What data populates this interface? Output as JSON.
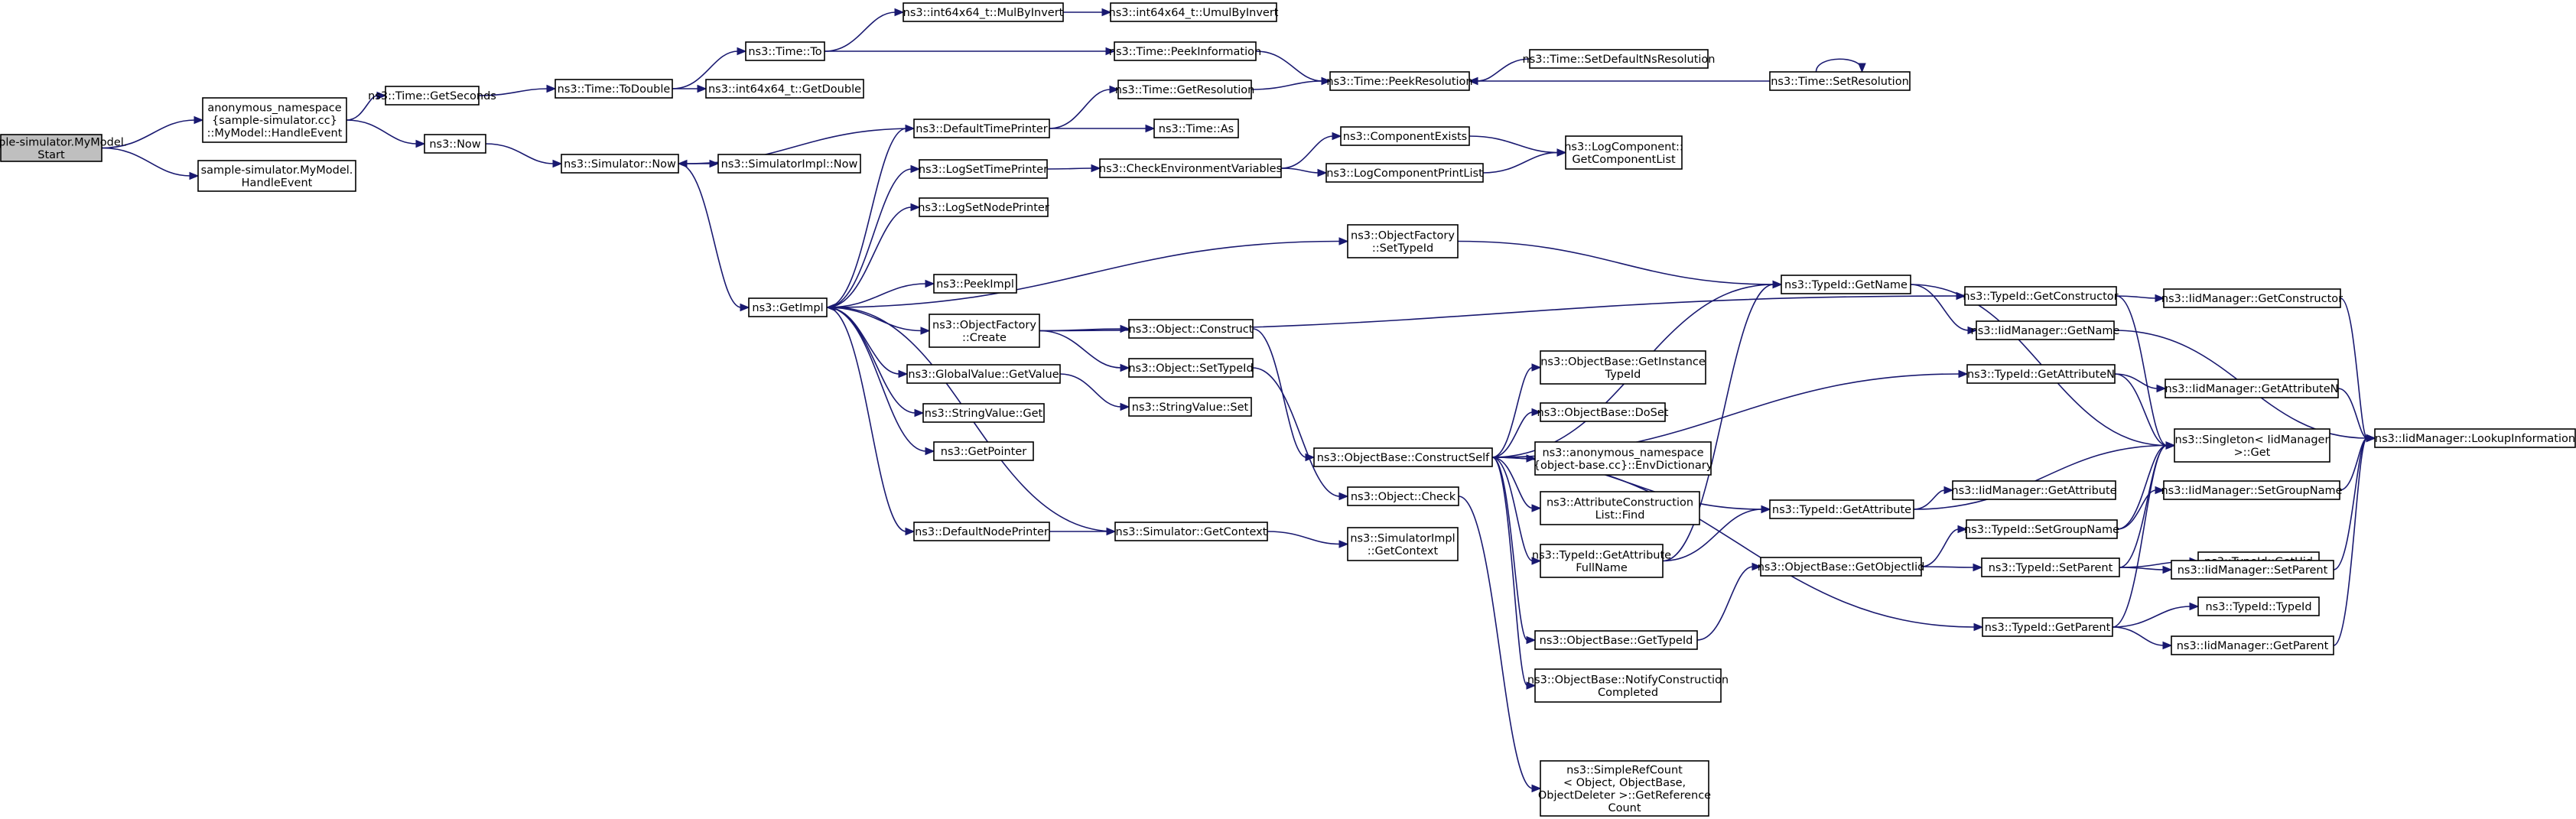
{
  "diagram": {
    "title": "",
    "nodes": [
      {
        "id": "start",
        "lines": [
          "sample-simulator.MyModel.",
          "Start"
        ],
        "root": true
      },
      {
        "id": "anon",
        "lines": [
          "anonymous_namespace",
          "{sample-simulator.cc}",
          "::MyModel::HandleEvent"
        ]
      },
      {
        "id": "handle",
        "lines": [
          "sample-simulator.MyModel.",
          "HandleEvent"
        ]
      },
      {
        "id": "getsec",
        "lines": [
          "ns3::Time::GetSeconds"
        ]
      },
      {
        "id": "todouble",
        "lines": [
          "ns3::Time::ToDouble"
        ]
      },
      {
        "id": "timeto",
        "lines": [
          "ns3::Time::To"
        ]
      },
      {
        "id": "mulbyinv",
        "lines": [
          "ns3::int64x64_t::MulByInvert"
        ]
      },
      {
        "id": "umulbyinv",
        "lines": [
          "ns3::int64x64_t::UmulByInvert"
        ]
      },
      {
        "id": "getdouble",
        "lines": [
          "ns3::int64x64_t::GetDouble"
        ]
      },
      {
        "id": "peekinfo",
        "lines": [
          "ns3::Time::PeekInformation"
        ]
      },
      {
        "id": "peekres",
        "lines": [
          "ns3::Time::PeekResolution"
        ]
      },
      {
        "id": "setdefns",
        "lines": [
          "ns3::Time::SetDefaultNsResolution"
        ]
      },
      {
        "id": "setres",
        "lines": [
          "ns3::Time::SetResolution"
        ]
      },
      {
        "id": "now",
        "lines": [
          "ns3::Now"
        ]
      },
      {
        "id": "simnow",
        "lines": [
          "ns3::Simulator::Now"
        ]
      },
      {
        "id": "simimplnow",
        "lines": [
          "ns3::SimulatorImpl::Now"
        ]
      },
      {
        "id": "defaulttp",
        "lines": [
          "ns3::DefaultTimePrinter"
        ]
      },
      {
        "id": "getres",
        "lines": [
          "ns3::Time::GetResolution"
        ]
      },
      {
        "id": "timeas",
        "lines": [
          "ns3::Time::As"
        ]
      },
      {
        "id": "logsettp",
        "lines": [
          "ns3::LogSetTimePrinter"
        ]
      },
      {
        "id": "checkenv",
        "lines": [
          "ns3::CheckEnvironmentVariables"
        ]
      },
      {
        "id": "compexists",
        "lines": [
          "ns3::ComponentExists"
        ]
      },
      {
        "id": "logcomplist",
        "lines": [
          "ns3::LogComponent::",
          "GetComponentList"
        ]
      },
      {
        "id": "logcompprint",
        "lines": [
          "ns3::LogComponentPrintList"
        ]
      },
      {
        "id": "logsetnp",
        "lines": [
          "ns3::LogSetNodePrinter"
        ]
      },
      {
        "id": "getimpl",
        "lines": [
          "ns3::GetImpl"
        ]
      },
      {
        "id": "ofsettypeid",
        "lines": [
          "ns3::ObjectFactory",
          "::SetTypeId"
        ]
      },
      {
        "id": "peekimpl",
        "lines": [
          "ns3::PeekImpl"
        ]
      },
      {
        "id": "ofcreate",
        "lines": [
          "ns3::ObjectFactory",
          "::Create"
        ]
      },
      {
        "id": "objconstruct",
        "lines": [
          "ns3::Object::Construct"
        ]
      },
      {
        "id": "objsettypeid",
        "lines": [
          "ns3::Object::SetTypeId"
        ]
      },
      {
        "id": "gvgetvalue",
        "lines": [
          "ns3::GlobalValue::GetValue"
        ]
      },
      {
        "id": "svset",
        "lines": [
          "ns3::StringValue::Set"
        ]
      },
      {
        "id": "svget",
        "lines": [
          "ns3::StringValue::Get"
        ]
      },
      {
        "id": "getpointer",
        "lines": [
          "ns3::GetPointer"
        ]
      },
      {
        "id": "defaultnp",
        "lines": [
          "ns3::DefaultNodePrinter"
        ]
      },
      {
        "id": "simgetctx",
        "lines": [
          "ns3::Simulator::GetContext"
        ]
      },
      {
        "id": "simimplgetctx",
        "lines": [
          "ns3::SimulatorImpl",
          "::GetContext"
        ]
      },
      {
        "id": "objcheck",
        "lines": [
          "ns3::Object::Check"
        ]
      },
      {
        "id": "obconstructself",
        "lines": [
          "ns3::ObjectBase::ConstructSelf"
        ]
      },
      {
        "id": "getinsttypeid",
        "lines": [
          "ns3::ObjectBase::GetInstance",
          "TypeId"
        ]
      },
      {
        "id": "doset",
        "lines": [
          "ns3::ObjectBase::DoSet"
        ]
      },
      {
        "id": "envdict",
        "lines": [
          "ns3::anonymous_namespace",
          "{object-base.cc}::EnvDictionary"
        ]
      },
      {
        "id": "acfind",
        "lines": [
          "ns3::AttributeConstruction",
          "List::Find"
        ]
      },
      {
        "id": "getattrfull",
        "lines": [
          "ns3::TypeId::GetAttribute",
          "FullName"
        ]
      },
      {
        "id": "obgettypeid",
        "lines": [
          "ns3::ObjectBase::GetTypeId"
        ]
      },
      {
        "id": "notifycc",
        "lines": [
          "ns3::ObjectBase::NotifyConstruction",
          "Completed"
        ]
      },
      {
        "id": "srcgetref",
        "lines": [
          "ns3::SimpleRefCount",
          "< Object, ObjectBase,",
          "ObjectDeleter >::GetReference",
          "Count"
        ]
      },
      {
        "id": "tidgetname",
        "lines": [
          "ns3::TypeId::GetName"
        ]
      },
      {
        "id": "tidgetattr",
        "lines": [
          "ns3::TypeId::GetAttribute"
        ]
      },
      {
        "id": "obgetobjectiid",
        "lines": [
          "ns3::ObjectBase::GetObjectIid"
        ]
      },
      {
        "id": "tidgetctor",
        "lines": [
          "ns3::TypeId::GetConstructor"
        ]
      },
      {
        "id": "iidgetname",
        "lines": [
          "ns3::IidManager::GetName"
        ]
      },
      {
        "id": "tidgetattrn",
        "lines": [
          "ns3::TypeId::GetAttributeN"
        ]
      },
      {
        "id": "singleton",
        "lines": [
          "ns3::Singleton< IidManager",
          "  >::Get"
        ]
      },
      {
        "id": "iidgetattr",
        "lines": [
          "ns3::IidManager::GetAttribute"
        ]
      },
      {
        "id": "tidsetgroup",
        "lines": [
          "ns3::TypeId::SetGroupName"
        ]
      },
      {
        "id": "tidsetparent",
        "lines": [
          "ns3::TypeId::SetParent"
        ]
      },
      {
        "id": "tidgetparent",
        "lines": [
          "ns3::TypeId::GetParent"
        ]
      },
      {
        "id": "iidgetctor",
        "lines": [
          "ns3::IidManager::GetConstructor"
        ]
      },
      {
        "id": "iidgetattrn",
        "lines": [
          "ns3::IidManager::GetAttributeN"
        ]
      },
      {
        "id": "iidsetgroup",
        "lines": [
          "ns3::IidManager::SetGroupName"
        ]
      },
      {
        "id": "tidgetuid",
        "lines": [
          "ns3::TypeId::GetUid"
        ]
      },
      {
        "id": "iidsetparent",
        "lines": [
          "ns3::IidManager::SetParent"
        ]
      },
      {
        "id": "tidtypeid",
        "lines": [
          "ns3::TypeId::TypeId"
        ]
      },
      {
        "id": "iidgetparent",
        "lines": [
          "ns3::IidManager::GetParent"
        ]
      },
      {
        "id": "iidlookup",
        "lines": [
          "ns3::IidManager::LookupInformation"
        ]
      }
    ],
    "edges": [
      [
        "start",
        "anon"
      ],
      [
        "start",
        "handle"
      ],
      [
        "anon",
        "getsec"
      ],
      [
        "anon",
        "now"
      ],
      [
        "getsec",
        "todouble"
      ],
      [
        "todouble",
        "timeto"
      ],
      [
        "todouble",
        "getdouble"
      ],
      [
        "timeto",
        "mulbyinv"
      ],
      [
        "timeto",
        "peekinfo"
      ],
      [
        "mulbyinv",
        "umulbyinv"
      ],
      [
        "peekinfo",
        "peekres"
      ],
      [
        "setdefns",
        "peekres"
      ],
      [
        "setres",
        "peekres"
      ],
      [
        "setres",
        "setres"
      ],
      [
        "now",
        "simnow"
      ],
      [
        "simnow",
        "simimplnow"
      ],
      [
        "simnow",
        "getimpl"
      ],
      [
        "defaulttp",
        "simnow"
      ],
      [
        "defaulttp",
        "getres"
      ],
      [
        "defaulttp",
        "timeas"
      ],
      [
        "getres",
        "peekres"
      ],
      [
        "logsettp",
        "checkenv"
      ],
      [
        "checkenv",
        "compexists"
      ],
      [
        "checkenv",
        "logcompprint"
      ],
      [
        "compexists",
        "logcomplist"
      ],
      [
        "logcompprint",
        "logcomplist"
      ],
      [
        "getimpl",
        "defaulttp"
      ],
      [
        "getimpl",
        "logsettp"
      ],
      [
        "getimpl",
        "logsetnp"
      ],
      [
        "getimpl",
        "ofsettypeid"
      ],
      [
        "getimpl",
        "peekimpl"
      ],
      [
        "getimpl",
        "ofcreate"
      ],
      [
        "getimpl",
        "gvgetvalue"
      ],
      [
        "getimpl",
        "svget"
      ],
      [
        "getimpl",
        "getpointer"
      ],
      [
        "getimpl",
        "defaultnp"
      ],
      [
        "ofsettypeid",
        "tidgetname"
      ],
      [
        "ofcreate",
        "tidgetctor"
      ],
      [
        "ofcreate",
        "objconstruct"
      ],
      [
        "ofcreate",
        "objsettypeid"
      ],
      [
        "gvgetvalue",
        "svset"
      ],
      [
        "defaultnp",
        "simgetctx"
      ],
      [
        "simgetctx",
        "getimpl"
      ],
      [
        "simgetctx",
        "simimplgetctx"
      ],
      [
        "objconstruct",
        "obconstructself"
      ],
      [
        "objsettypeid",
        "objcheck"
      ],
      [
        "obconstructself",
        "getinsttypeid"
      ],
      [
        "obconstructself",
        "doset"
      ],
      [
        "obconstructself",
        "envdict"
      ],
      [
        "obconstructself",
        "acfind"
      ],
      [
        "obconstructself",
        "getattrfull"
      ],
      [
        "obconstructself",
        "obgettypeid"
      ],
      [
        "obconstructself",
        "notifycc"
      ],
      [
        "obconstructself",
        "tidgetname"
      ],
      [
        "obconstructself",
        "tidgetattrn"
      ],
      [
        "obconstructself",
        "tidgetattr"
      ],
      [
        "obconstructself",
        "tidgetparent"
      ],
      [
        "objcheck",
        "srcgetref"
      ],
      [
        "getattrfull",
        "tidgetname"
      ],
      [
        "getattrfull",
        "tidgetattr"
      ],
      [
        "obgettypeid",
        "obgetobjectiid"
      ],
      [
        "obgetobjectiid",
        "tidsetgroup"
      ],
      [
        "obgetobjectiid",
        "tidsetparent"
      ],
      [
        "tidgetname",
        "iidgetname"
      ],
      [
        "tidgetname",
        "singleton"
      ],
      [
        "tidgetctor",
        "singleton"
      ],
      [
        "tidgetctor",
        "iidgetctor"
      ],
      [
        "iidgetname",
        "iidlookup"
      ],
      [
        "tidgetattrn",
        "singleton"
      ],
      [
        "tidgetattrn",
        "iidgetattrn"
      ],
      [
        "tidgetattr",
        "singleton"
      ],
      [
        "tidgetattr",
        "iidgetattr"
      ],
      [
        "tidsetgroup",
        "singleton"
      ],
      [
        "tidsetgroup",
        "iidsetgroup"
      ],
      [
        "tidsetparent",
        "singleton"
      ],
      [
        "tidsetparent",
        "tidgetuid"
      ],
      [
        "tidsetparent",
        "iidsetparent"
      ],
      [
        "tidgetparent",
        "singleton"
      ],
      [
        "tidgetparent",
        "tidtypeid"
      ],
      [
        "tidgetparent",
        "iidgetparent"
      ],
      [
        "iidgetctor",
        "iidlookup"
      ],
      [
        "iidgetattrn",
        "iidlookup"
      ],
      [
        "iidsetgroup",
        "iidlookup"
      ],
      [
        "iidsetparent",
        "iidlookup"
      ],
      [
        "iidgetparent",
        "iidlookup"
      ]
    ]
  }
}
